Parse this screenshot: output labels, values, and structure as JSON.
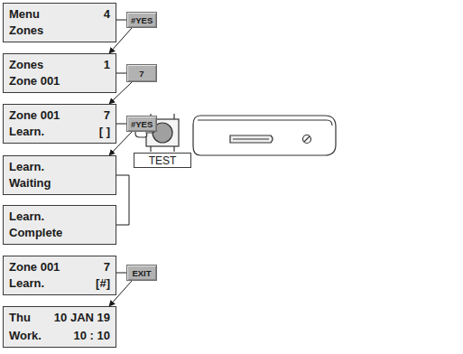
{
  "diagram": {
    "nodes": [
      {
        "text": [
          "Menu",
          "4",
          "Zones"
        ]
      },
      {
        "text": [
          "#YES"
        ]
      },
      {
        "text": [
          "Zones",
          "1",
          "Zone 001"
        ]
      },
      {
        "text": [
          "7"
        ]
      },
      {
        "text": [
          "Zone 001",
          "7",
          "Learn.",
          "[ ]"
        ]
      },
      {
        "text": [
          "#YES"
        ]
      },
      {
        "text": [
          "TEST"
        ]
      },
      {
        "text": [
          "Learn.",
          "Waiting"
        ]
      },
      {
        "text": [
          "Learn.",
          "Complete"
        ]
      },
      {
        "text": [
          "Zone 001",
          "7",
          "Learn.",
          "[#]"
        ]
      },
      {
        "text": [
          "EXIT"
        ]
      },
      {
        "text": [
          "Thu",
          "10 JAN 19",
          "Work.",
          "10 : 10"
        ]
      }
    ],
    "edges": [
      {
        "from": 0,
        "to": 1,
        "arrow": "none"
      },
      {
        "from": 1,
        "to": 2,
        "arrow": "to"
      },
      {
        "from": 2,
        "to": 3,
        "arrow": "none"
      },
      {
        "from": 3,
        "to": 4,
        "arrow": "to"
      },
      {
        "from": 4,
        "to": 5,
        "arrow": "none"
      },
      {
        "from": 5,
        "to": 7,
        "arrow": "to"
      },
      {
        "from": 7,
        "to": 8,
        "arrow": "none"
      },
      {
        "from": 9,
        "to": 10,
        "arrow": "none"
      },
      {
        "from": 10,
        "to": 11,
        "arrow": "to"
      }
    ]
  }
}
